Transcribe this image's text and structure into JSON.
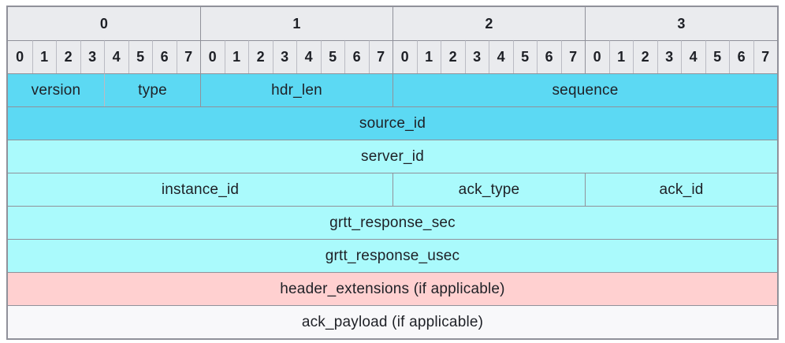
{
  "diagram": {
    "title": "protocol-header-bitfield-diagram",
    "byte_headers": [
      "0",
      "1",
      "2",
      "3"
    ],
    "bit_headers": [
      "0",
      "1",
      "2",
      "3",
      "4",
      "5",
      "6",
      "7"
    ],
    "colors": {
      "header": "#eaebee",
      "dark_cyan": "#5cd9f3",
      "light_cyan": "#aafafc",
      "pink": "#ffd0d0",
      "near_white": "#f8f8fa"
    },
    "rows": [
      {
        "fields": [
          {
            "label": "version",
            "bits": 4,
            "color": "dark_cyan"
          },
          {
            "label": "type",
            "bits": 4,
            "color": "dark_cyan"
          },
          {
            "label": "hdr_len",
            "bits": 8,
            "color": "dark_cyan"
          },
          {
            "label": "sequence",
            "bits": 16,
            "color": "dark_cyan"
          }
        ]
      },
      {
        "fields": [
          {
            "label": "source_id",
            "bits": 32,
            "color": "dark_cyan"
          }
        ]
      },
      {
        "fields": [
          {
            "label": "server_id",
            "bits": 32,
            "color": "light_cyan"
          }
        ]
      },
      {
        "fields": [
          {
            "label": "instance_id",
            "bits": 16,
            "color": "light_cyan"
          },
          {
            "label": "ack_type",
            "bits": 8,
            "color": "light_cyan"
          },
          {
            "label": "ack_id",
            "bits": 8,
            "color": "light_cyan"
          }
        ]
      },
      {
        "fields": [
          {
            "label": "grtt_response_sec",
            "bits": 32,
            "color": "light_cyan"
          }
        ]
      },
      {
        "fields": [
          {
            "label": "grtt_response_usec",
            "bits": 32,
            "color": "light_cyan"
          }
        ]
      },
      {
        "fields": [
          {
            "label": "header_extensions (if applicable)",
            "bits": 32,
            "color": "pink"
          }
        ]
      },
      {
        "fields": [
          {
            "label": "ack_payload (if applicable)",
            "bits": 32,
            "color": "near_white"
          }
        ]
      }
    ]
  }
}
